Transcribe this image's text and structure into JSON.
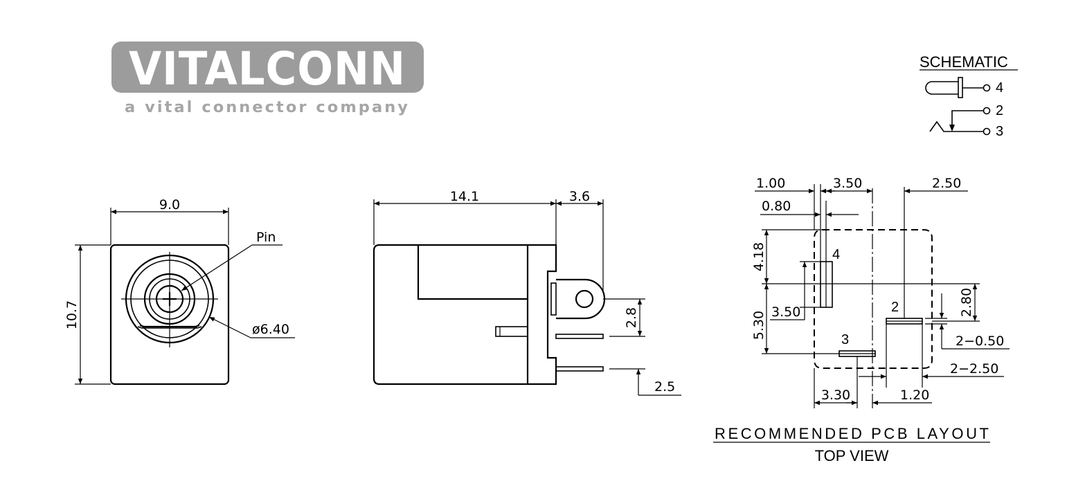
{
  "logo": {
    "brand": "VITALCONN",
    "tagline": "a vital connector company",
    "bg_color": "#9c9c9c"
  },
  "schematic": {
    "title": "SCHEMATIC",
    "pin_labels": [
      "4",
      "2",
      "3"
    ]
  },
  "front_view": {
    "width": "9.0",
    "height": "10.7",
    "pin_label": "Pin",
    "diameter": "ø6.40"
  },
  "side_view": {
    "body_length": "14.1",
    "tab_length": "3.6",
    "pin_spacing": "2.8",
    "pin_offset": "2.5"
  },
  "pcb_layout": {
    "dims": {
      "d_1_00": "1.00",
      "d_3_50_top": "3.50",
      "d_2_50_top": "2.50",
      "d_0_80": "0.80",
      "d_4_18": "4.18",
      "d_3_50_left": "3.50",
      "d_5_30": "5.30",
      "d_2_80": "2.80",
      "d_2_0_50": "2−0.50",
      "d_2_2_50": "2−2.50",
      "d_3_30": "3.30",
      "d_1_20": "1.20"
    },
    "pad_labels": [
      "4",
      "2",
      "3"
    ],
    "title": "RECOMMENDED PCB LAYOUT",
    "subtitle": "TOP VIEW"
  }
}
